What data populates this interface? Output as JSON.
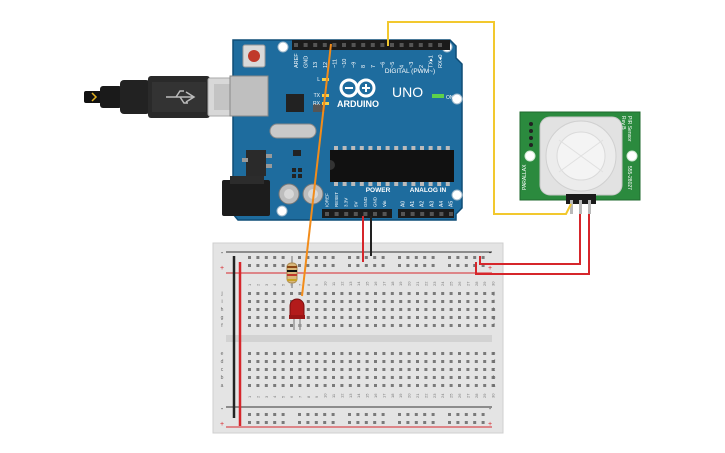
{
  "arduino": {
    "brand": "ARDUINO",
    "model": "UNO",
    "reset_label": "RESET",
    "digital_label": "DIGITAL (PWM~)",
    "top_pin_labels": [
      "AREF",
      "GND",
      "13",
      "12",
      "~11",
      "~10",
      "~9",
      "8",
      "7",
      "~6",
      "~5",
      "4",
      "~3",
      "2",
      "TX▸1",
      "RX◂0"
    ],
    "led_labels": [
      "L",
      "TX",
      "RX"
    ],
    "on_label": "ON",
    "power_label": "POWER",
    "analog_label": "ANALOG IN",
    "power_pin_labels": [
      "IOREF",
      "RESET",
      "3.3V",
      "5V",
      "GND",
      "GND",
      "Vin"
    ],
    "analog_pin_labels": [
      "A0",
      "A1",
      "A2",
      "A3",
      "A4",
      "A5"
    ]
  },
  "pir_sensor": {
    "title": "PIR Sensor",
    "subtitle": "Rev B",
    "part": "555-28027",
    "brand": "PARALLAX"
  },
  "breadboard": {
    "row_letters_top": [
      "j",
      "i",
      "h",
      "g",
      "f"
    ],
    "row_letters_bottom": [
      "e",
      "d",
      "c",
      "b",
      "a"
    ],
    "plus": "+",
    "minus": "-"
  },
  "wires": {
    "signal_color": "#f2c82e",
    "led_wire_color": "#f28c1a",
    "power_color": "#d6262b",
    "ground_color": "#222222"
  },
  "colors": {
    "arduino_board": "#1e6c9e",
    "pir_board": "#2b8a3e",
    "breadboard": "#e4e4e4",
    "led": "#b31b1b"
  }
}
